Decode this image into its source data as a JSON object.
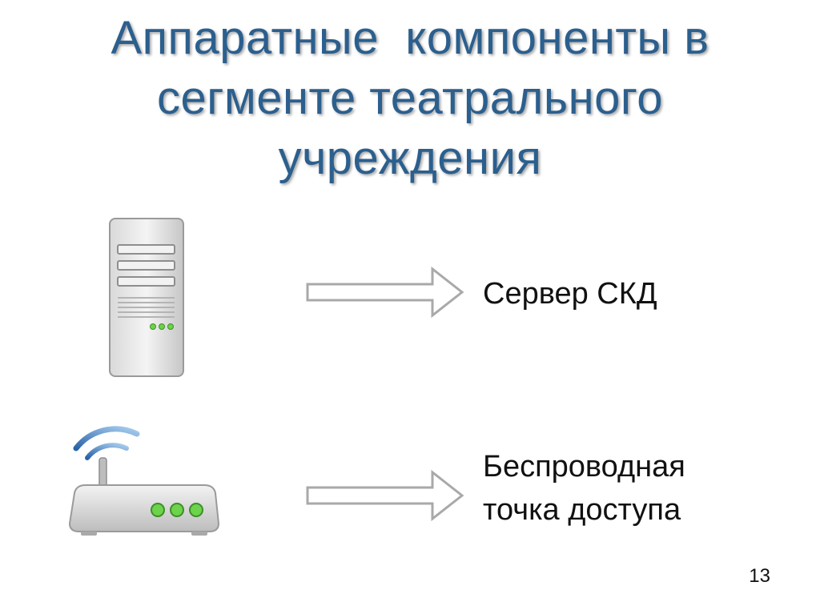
{
  "slide": {
    "title_lines": [
      "Аппаратные  компоненты в",
      "сегменте театрального",
      "учреждения"
    ],
    "page_number": "13"
  },
  "components": [
    {
      "label_lines": [
        "Сервер СКД"
      ],
      "icon": "server-icon"
    },
    {
      "label_lines": [
        "Беспроводная",
        "точка доступа"
      ],
      "icon": "wireless-router-icon"
    }
  ],
  "colors": {
    "title": "#2b5f8e",
    "led": "#6cd34a",
    "arrow": "#a9a9a9"
  }
}
